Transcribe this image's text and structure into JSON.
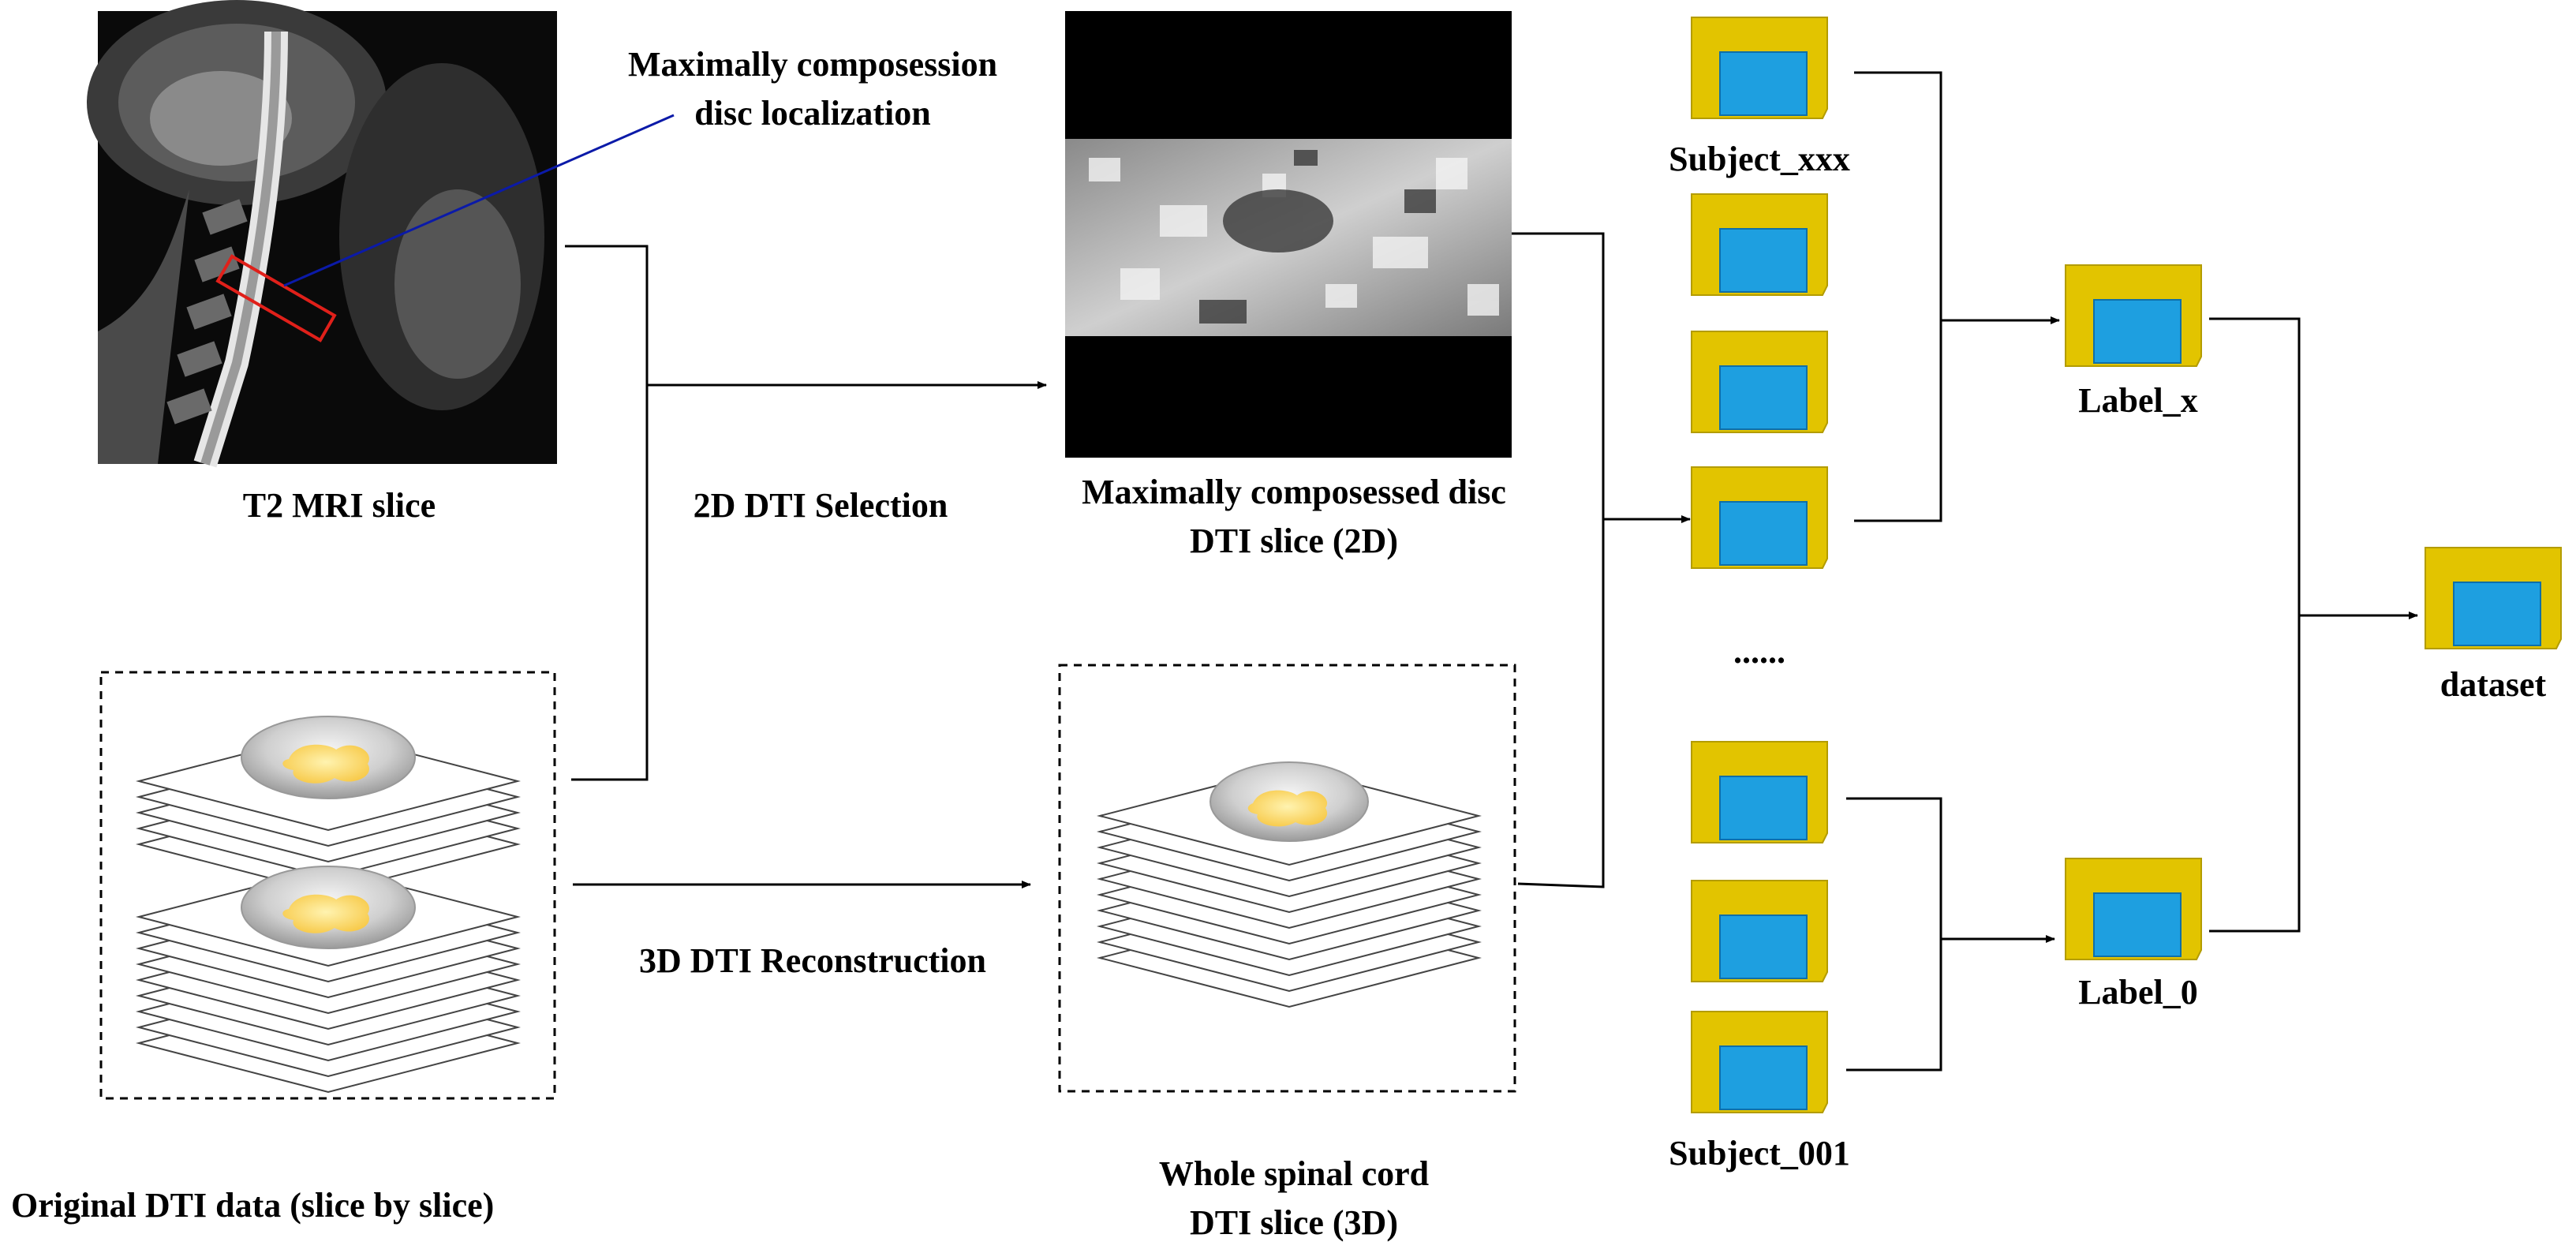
{
  "labels": {
    "t2_mri": "T2 MRI slice",
    "callout_line1": "Maximally  composession",
    "callout_line2": "disc localization",
    "dti_2d_line1": "Maximally composessed disc",
    "dti_2d_line2": "DTI slice (2D)",
    "selection": "2D DTI Selection",
    "reconstruction": "3D DTI Reconstruction",
    "original": "Original DTI data (slice by slice)",
    "whole_line1": "Whole spinal cord",
    "whole_line2": "DTI slice (3D)",
    "subject_top": "Subject_xxx",
    "ellipsis": "......",
    "subject_bottom": "Subject_001",
    "label_x": "Label_x",
    "label_0": "Label_0",
    "dataset": "dataset"
  },
  "colors": {
    "folder_yellow": "#e2c400",
    "folder_blue": "#1e9fe0",
    "callout_line": "#0b1aa8",
    "roi_box": "#e0201a",
    "blob_fill": "#fde27a"
  }
}
